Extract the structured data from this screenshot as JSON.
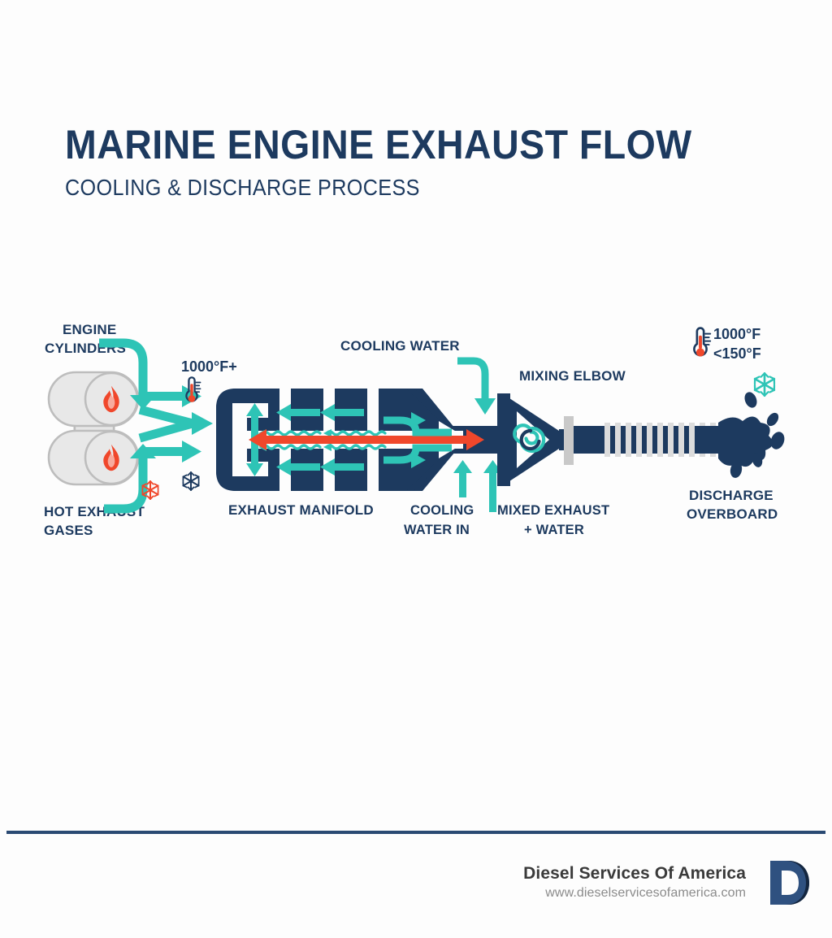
{
  "header": {
    "title": "MARINE ENGINE EXHAUST FLOW",
    "subtitle": "COOLING & DISCHARGE PROCESS"
  },
  "diagram": {
    "labels": {
      "engine_cylinders_line1": "ENGINE",
      "engine_cylinders_line2": "CYLINDERS",
      "hot_exhaust_line1": "HOT EXHAUST",
      "hot_exhaust_line2": "GASES",
      "temp_inlet": "1000°F+",
      "cooling_water": "COOLING WATER",
      "exhaust_manifold": "EXHAUST MANIFOLD",
      "cooling_water_in_line1": "COOLING",
      "cooling_water_in_line2": "WATER IN",
      "mixed_exhaust_line1": "MIXED EXHAUST",
      "mixed_exhaust_line2": "+ WATER",
      "mixing_elbow": "MIXING ELBOW",
      "discharge_line1": "DISCHARGE",
      "discharge_line2": "OVERBOARD",
      "temp_hot": "1000°F",
      "temp_cool": "<150°F"
    },
    "icons": {
      "flame_top": "flame-icon",
      "flame_bottom": "flame-icon",
      "thermometer_inlet": "thermometer-icon",
      "thermometer_outlet": "thermometer-icon",
      "snowflake_red": "snowflake-icon",
      "snowflake_navy": "snowflake-icon",
      "snowflake_teal": "snowflake-icon",
      "swirl": "swirl-icon"
    },
    "colors": {
      "navy": "#1d3a5f",
      "teal": "#2ec4b6",
      "red": "#f0472b",
      "gray": "#c9c9c9",
      "light_gray": "#e6e6e6",
      "background": "#fdfdfd"
    }
  },
  "footer": {
    "brand": "Diesel Services Of America",
    "url": "www.dieselservicesofamerica.com",
    "logo_letter": "D"
  }
}
